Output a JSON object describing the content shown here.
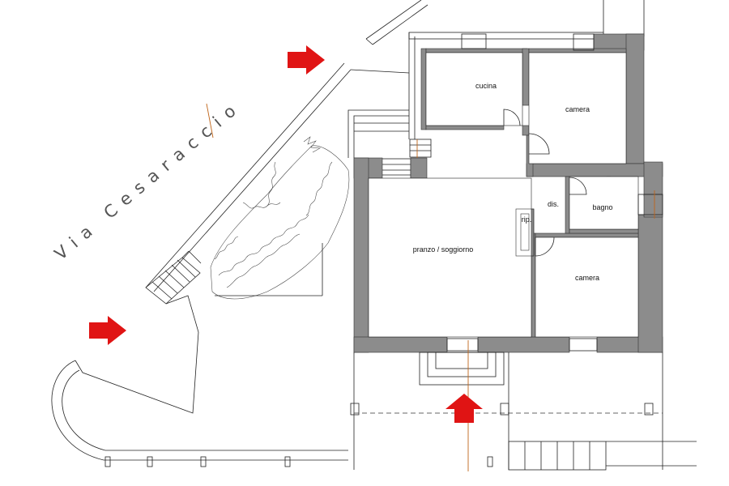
{
  "street_name": "Via Cesaraccio",
  "rooms": {
    "cucina": "cucina",
    "camera_top": "camera",
    "bagno": "bagno",
    "dis": "dis.",
    "rip": "rip.",
    "living": "pranzo / soggiorno",
    "camera_bottom": "camera"
  },
  "colors": {
    "wall_fill": "#8c8c8c",
    "line": "#222222",
    "arrow": "#e01414",
    "axis": "#c0651a"
  },
  "arrows": [
    {
      "id": "arrow-street-top",
      "direction": "right"
    },
    {
      "id": "arrow-street-left",
      "direction": "right"
    },
    {
      "id": "arrow-entrance",
      "direction": "up"
    }
  ]
}
